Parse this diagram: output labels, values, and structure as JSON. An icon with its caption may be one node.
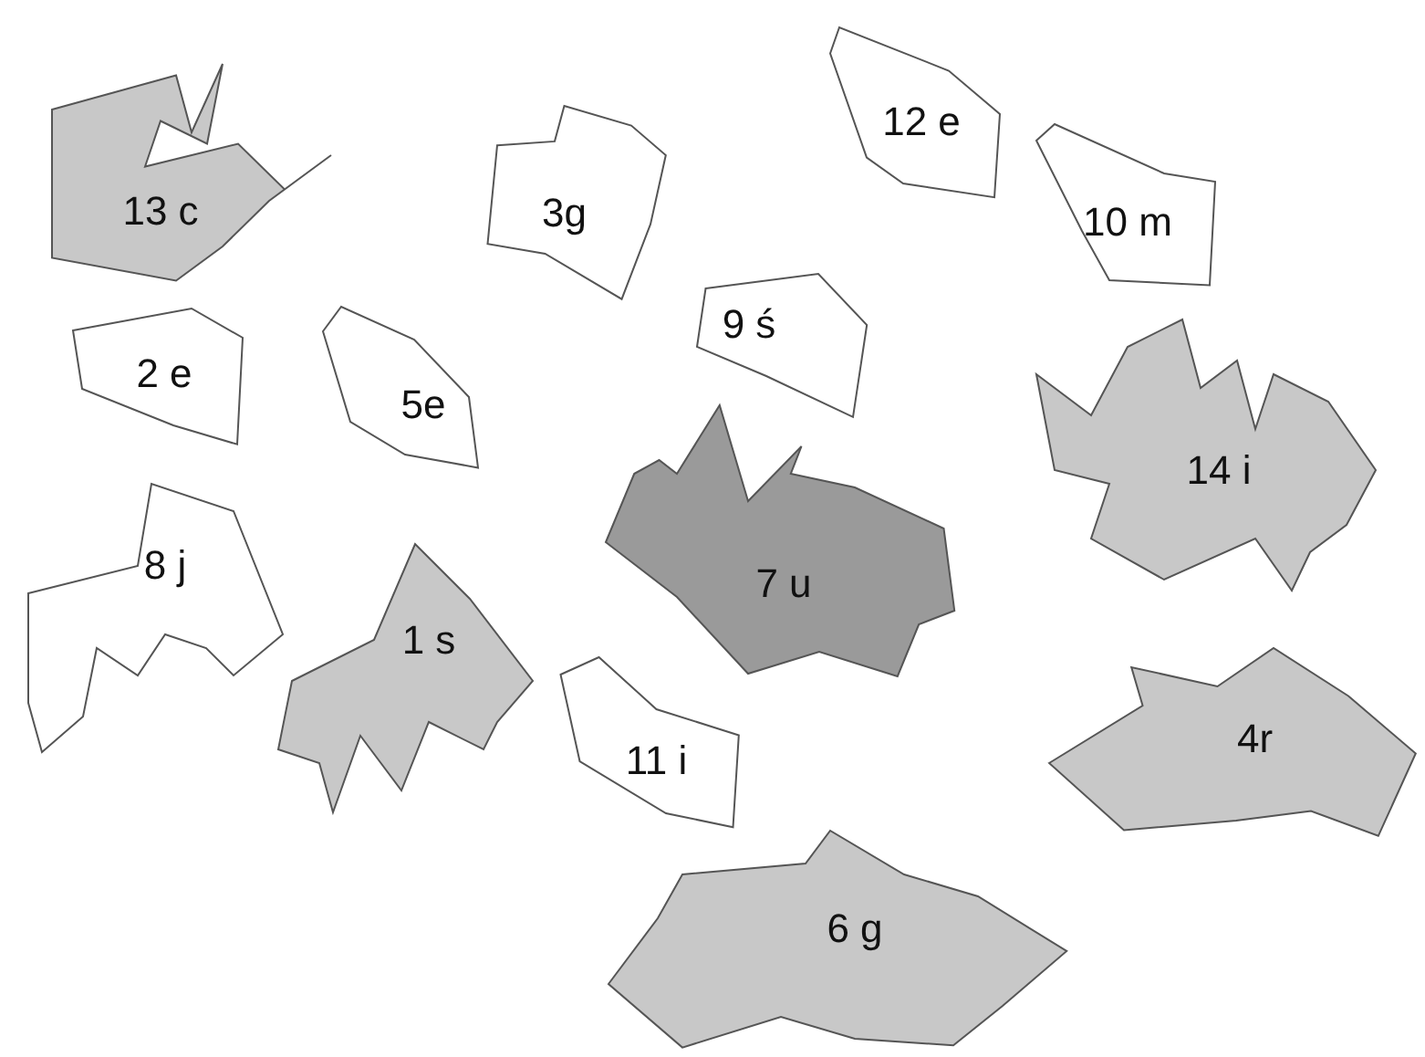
{
  "diagram": {
    "nodes": [
      {
        "text": [
          "13 c"
        ]
      },
      {
        "text": [
          "3g"
        ]
      },
      {
        "text": [
          "12 e"
        ]
      },
      {
        "text": [
          "10 m"
        ]
      },
      {
        "text": [
          "2 e"
        ]
      },
      {
        "text": [
          "5e"
        ]
      },
      {
        "text": [
          "9 ś"
        ]
      },
      {
        "text": [
          "14 i"
        ]
      },
      {
        "text": [
          "7 u"
        ]
      },
      {
        "text": [
          "8 j"
        ]
      },
      {
        "text": [
          "1 s"
        ]
      },
      {
        "text": [
          "11 i"
        ]
      },
      {
        "text": [
          "4r"
        ]
      },
      {
        "text": [
          "6 g"
        ]
      }
    ]
  }
}
